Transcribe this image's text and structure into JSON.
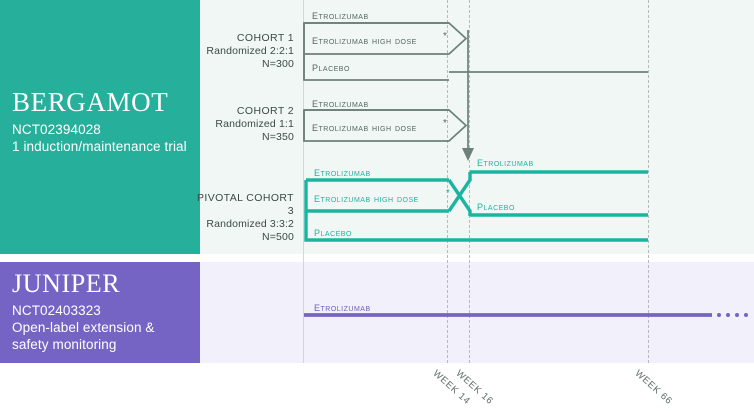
{
  "studies": [
    {
      "id": "bergamot",
      "brand": "BERGAMOT",
      "nct": "NCT02394028",
      "subtitle": "1 induction/maintenance trial",
      "color": "#26b09b",
      "band_color": "#f1f7f4"
    },
    {
      "id": "juniper",
      "brand": "JUNIPER",
      "nct": "NCT02403323",
      "subtitle_line1": "Open-label extension &",
      "subtitle_line2": "safety monitoring",
      "color": "#7664c4",
      "band_color": "#f2f0fa"
    }
  ],
  "cohorts": [
    {
      "title": "COHORT 1",
      "randomization": "Randomized 2:2:1",
      "n": "N=300",
      "arms": [
        {
          "label": "Etrolizumab",
          "asterisk": false
        },
        {
          "label": "Etrolizumab High Dose",
          "asterisk": true
        },
        {
          "label": "Placebo",
          "asterisk": false
        }
      ]
    },
    {
      "title": "COHORT 2",
      "randomization": "Randomized 1:1",
      "n": "N=350",
      "arms": [
        {
          "label": "Etrolizumab",
          "asterisk": false
        },
        {
          "label": "Etrolizumab High Dose",
          "asterisk": true
        }
      ]
    },
    {
      "title": "PIVOTAL COHORT 3",
      "randomization": "Randomized 3:3:2",
      "n": "N=500",
      "arms": [
        {
          "label": "Etrolizumab",
          "asterisk": false
        },
        {
          "label": "Etrolizumab High Dose",
          "asterisk": true
        },
        {
          "label": "Placebo",
          "asterisk": false
        }
      ]
    }
  ],
  "crossover_arms": [
    {
      "label": "Etrolizumab"
    },
    {
      "label": "Placebo"
    }
  ],
  "juniper_arm": {
    "label": "Etrolizumab"
  },
  "week_markers": [
    {
      "label": "WEEK 14"
    },
    {
      "label": "WEEK 16"
    },
    {
      "label": "WEEK 66"
    }
  ],
  "asterisk": "*"
}
